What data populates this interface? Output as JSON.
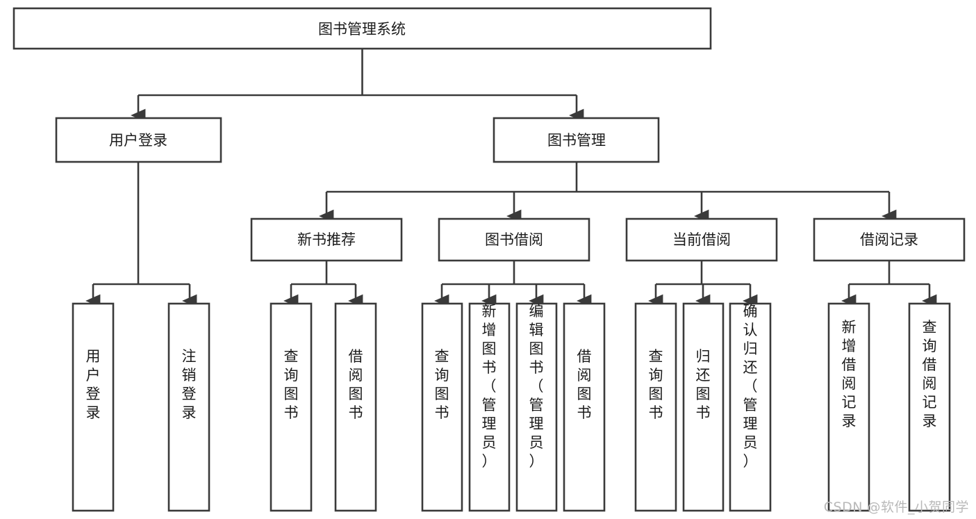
{
  "diagram": {
    "title": "图书管理系统",
    "type": "tree-hierarchy-diagram",
    "colors": {
      "box_stroke": "#3a3a3a",
      "box_fill": "#ffffff",
      "edge": "#3a3a3a",
      "text": "#1b1b1b",
      "background": "#ffffff",
      "watermark": "#b9b9b9"
    },
    "root": {
      "label": "图书管理系统"
    },
    "level2": [
      {
        "label": "用户登录"
      },
      {
        "label": "图书管理"
      }
    ],
    "level3": [
      {
        "label": "新书推荐"
      },
      {
        "label": "图书借阅"
      },
      {
        "label": "当前借阅"
      },
      {
        "label": "借阅记录"
      }
    ],
    "leaves": {
      "user_login": [
        {
          "label": "用户登录"
        },
        {
          "label": "注销登录"
        }
      ],
      "new_book_recommend": [
        {
          "label": "查询图书"
        },
        {
          "label": "借阅图书"
        }
      ],
      "book_borrow": [
        {
          "label": "查询图书"
        },
        {
          "label": "新增图书（管理员）"
        },
        {
          "label": "编辑图书（管理员）"
        },
        {
          "label": "借阅图书"
        }
      ],
      "current_borrow": [
        {
          "label": "查询图书"
        },
        {
          "label": "归还图书"
        },
        {
          "label": "确认归还（管理员）"
        }
      ],
      "borrow_record": [
        {
          "label": "新增借阅记录"
        },
        {
          "label": "查询借阅记录"
        }
      ]
    }
  },
  "watermark": {
    "text": "CSDN @软件_小贺同学"
  }
}
